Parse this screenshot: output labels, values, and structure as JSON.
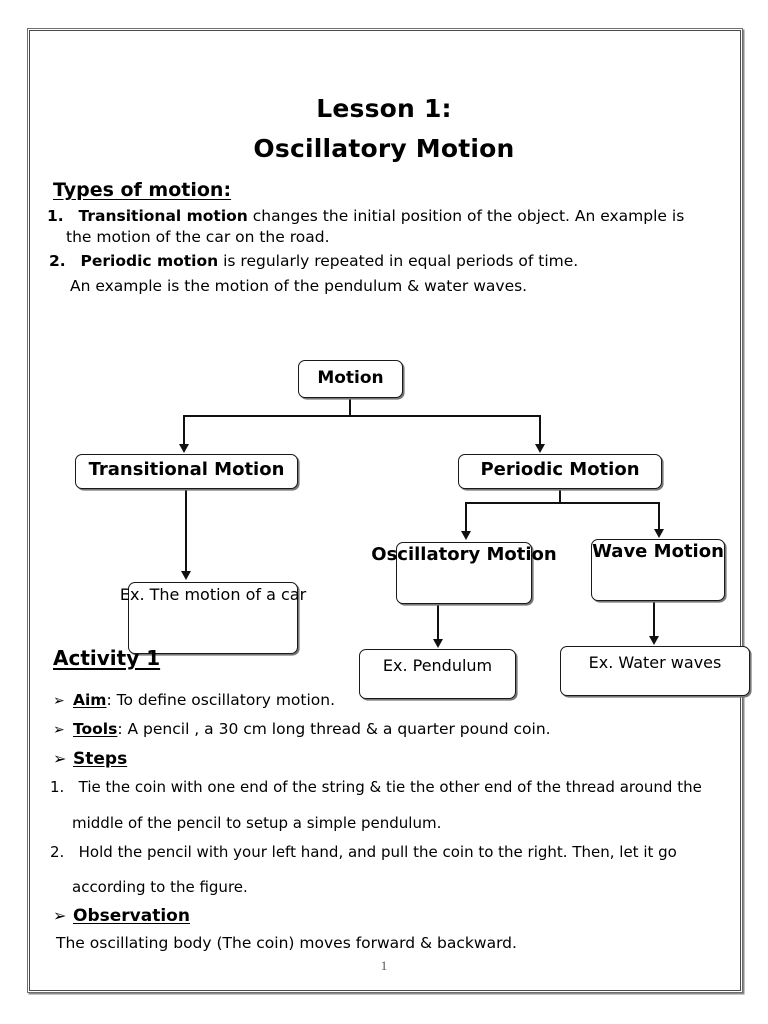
{
  "document": {
    "title_line_1": "Lesson 1:",
    "title_line_2": "Oscillatory Motion",
    "page_number": "1"
  },
  "types_section": {
    "heading": "Types of motion: ",
    "items": [
      {
        "number": "1.",
        "strong": "Transitional motion",
        "rest": " changes the initial position of the object. An example is",
        "continuation": "the motion of the car on the road."
      },
      {
        "number": "2.",
        "strong": "Periodic motion",
        "rest": " is regularly repeated in equal periods of time.",
        "continuation": "An example is the motion of the pendulum & water waves."
      }
    ]
  },
  "flowchart": {
    "nodes": {
      "motion": "Motion",
      "transitional": "Transitional Motion",
      "periodic": "Periodic Motion",
      "oscillatory": "Oscillatory Motion",
      "wave": "Wave Motion",
      "ex_car": "Ex. The motion of a car",
      "ex_pendulum": "Ex. Pendulum",
      "ex_water": "Ex. Water waves"
    }
  },
  "activity": {
    "heading": "Activity 1",
    "aim": {
      "marker": "➢",
      "label": "Aim",
      "text": ": To define oscillatory motion."
    },
    "tools": {
      "marker": "➢",
      "label": "Tools",
      "text": ": A pencil , a 30 cm long thread & a quarter pound coin."
    },
    "steps": {
      "marker": "➢",
      "label": "Steps",
      "items": [
        {
          "number": "1.",
          "line_1": "Tie the coin with one end of the string & tie the other end of the thread around the",
          "line_2": "middle of the pencil to setup a simple pendulum."
        },
        {
          "number": "2.",
          "line_1": "Hold the pencil with your left hand, and pull the coin to the right. Then, let it go",
          "line_2": "according to the figure."
        }
      ]
    },
    "observation": {
      "marker": "➢",
      "label": "Observation",
      "text": "The oscillating body (The coin) moves forward & backward."
    }
  },
  "colors": {
    "text": "#000000",
    "page_border": "#4a4a4a",
    "connector": "#111111",
    "page_number": "#555555"
  }
}
